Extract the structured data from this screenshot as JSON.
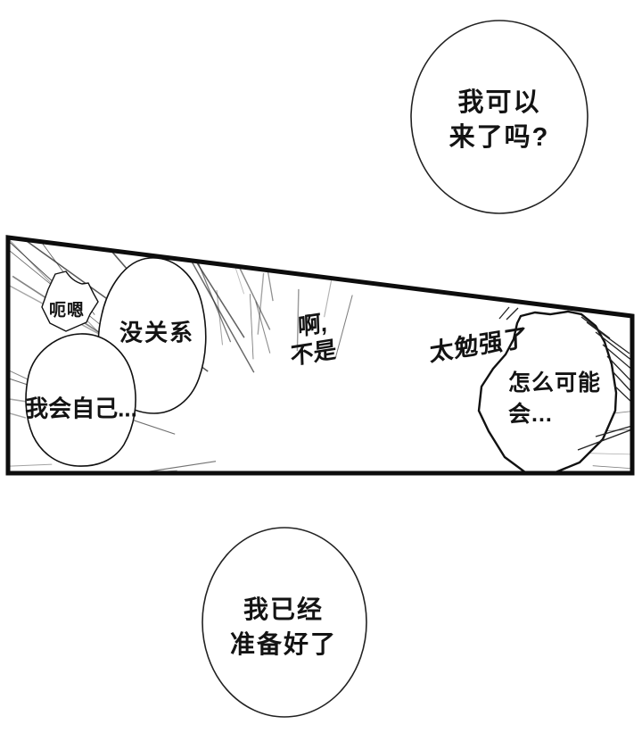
{
  "page": {
    "background": "#ffffff",
    "ink": "#131313",
    "line_color": "#2e2e2e"
  },
  "bubbles": {
    "top": {
      "line1": "我可以",
      "line2": "来了吗?"
    },
    "uh": {
      "text": "呃嗯"
    },
    "nevermind": {
      "text": "没关系"
    },
    "myself": {
      "text": "我会自己..."
    },
    "ah": {
      "line1": "啊,",
      "line2": "不是"
    },
    "too_forced": {
      "text": "太勉强了"
    },
    "how_could": {
      "line1": "怎么可能",
      "line2": "会..."
    },
    "ready": {
      "line1": "我已经",
      "line2": "准备好了"
    }
  }
}
